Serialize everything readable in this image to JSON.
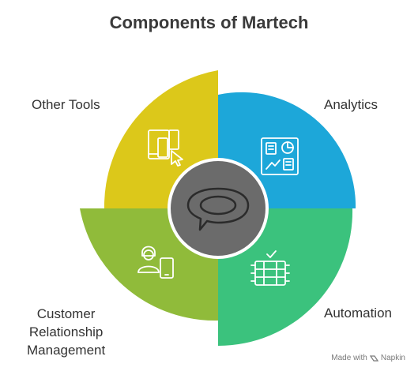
{
  "title": "Components of Martech",
  "segments": [
    {
      "id": "other-tools",
      "label": "Other Tools",
      "color": "#dcc81a",
      "icon": "devices-cursor-icon"
    },
    {
      "id": "analytics",
      "label": "Analytics",
      "color": "#1da7d9",
      "icon": "dashboard-icon"
    },
    {
      "id": "automation",
      "label": "Automation",
      "color": "#3bc27d",
      "icon": "server-check-icon"
    },
    {
      "id": "crm",
      "label_lines": [
        "Customer",
        "Relationship",
        "Management"
      ],
      "color": "#90bb3a",
      "icon": "user-tablet-icon"
    }
  ],
  "center": {
    "color": "#6b6b6b",
    "icon": "speech-bubble-icon"
  },
  "footer": {
    "made_with": "Made with",
    "brand": "Napkin"
  }
}
